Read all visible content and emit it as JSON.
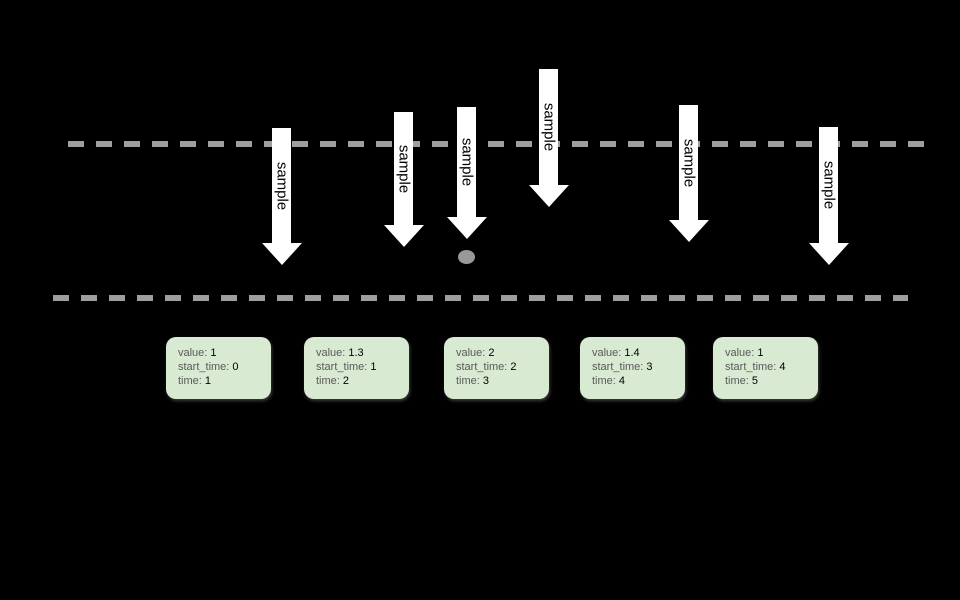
{
  "colors": {
    "background": "#000000",
    "arrow_fill": "#ffffff",
    "arrow_text": "#000000",
    "dashed_line": "#9e9e9e",
    "dot": "#999999",
    "box_fill": "#d9ead3",
    "box_label_text": "#595959",
    "box_value_text": "#000000"
  },
  "arrow_label": "sample",
  "field_labels": {
    "value": "value:",
    "start_time": "start_time:",
    "time": "time:"
  },
  "samples": [
    {
      "value": "1",
      "start_time": "0",
      "time": "1"
    },
    {
      "value": "1.3",
      "start_time": "1",
      "time": "2"
    },
    {
      "value": "2",
      "start_time": "2",
      "time": "3"
    },
    {
      "value": "1.4",
      "start_time": "3",
      "time": "4"
    },
    {
      "value": "1",
      "start_time": "4",
      "time": "5"
    }
  ]
}
